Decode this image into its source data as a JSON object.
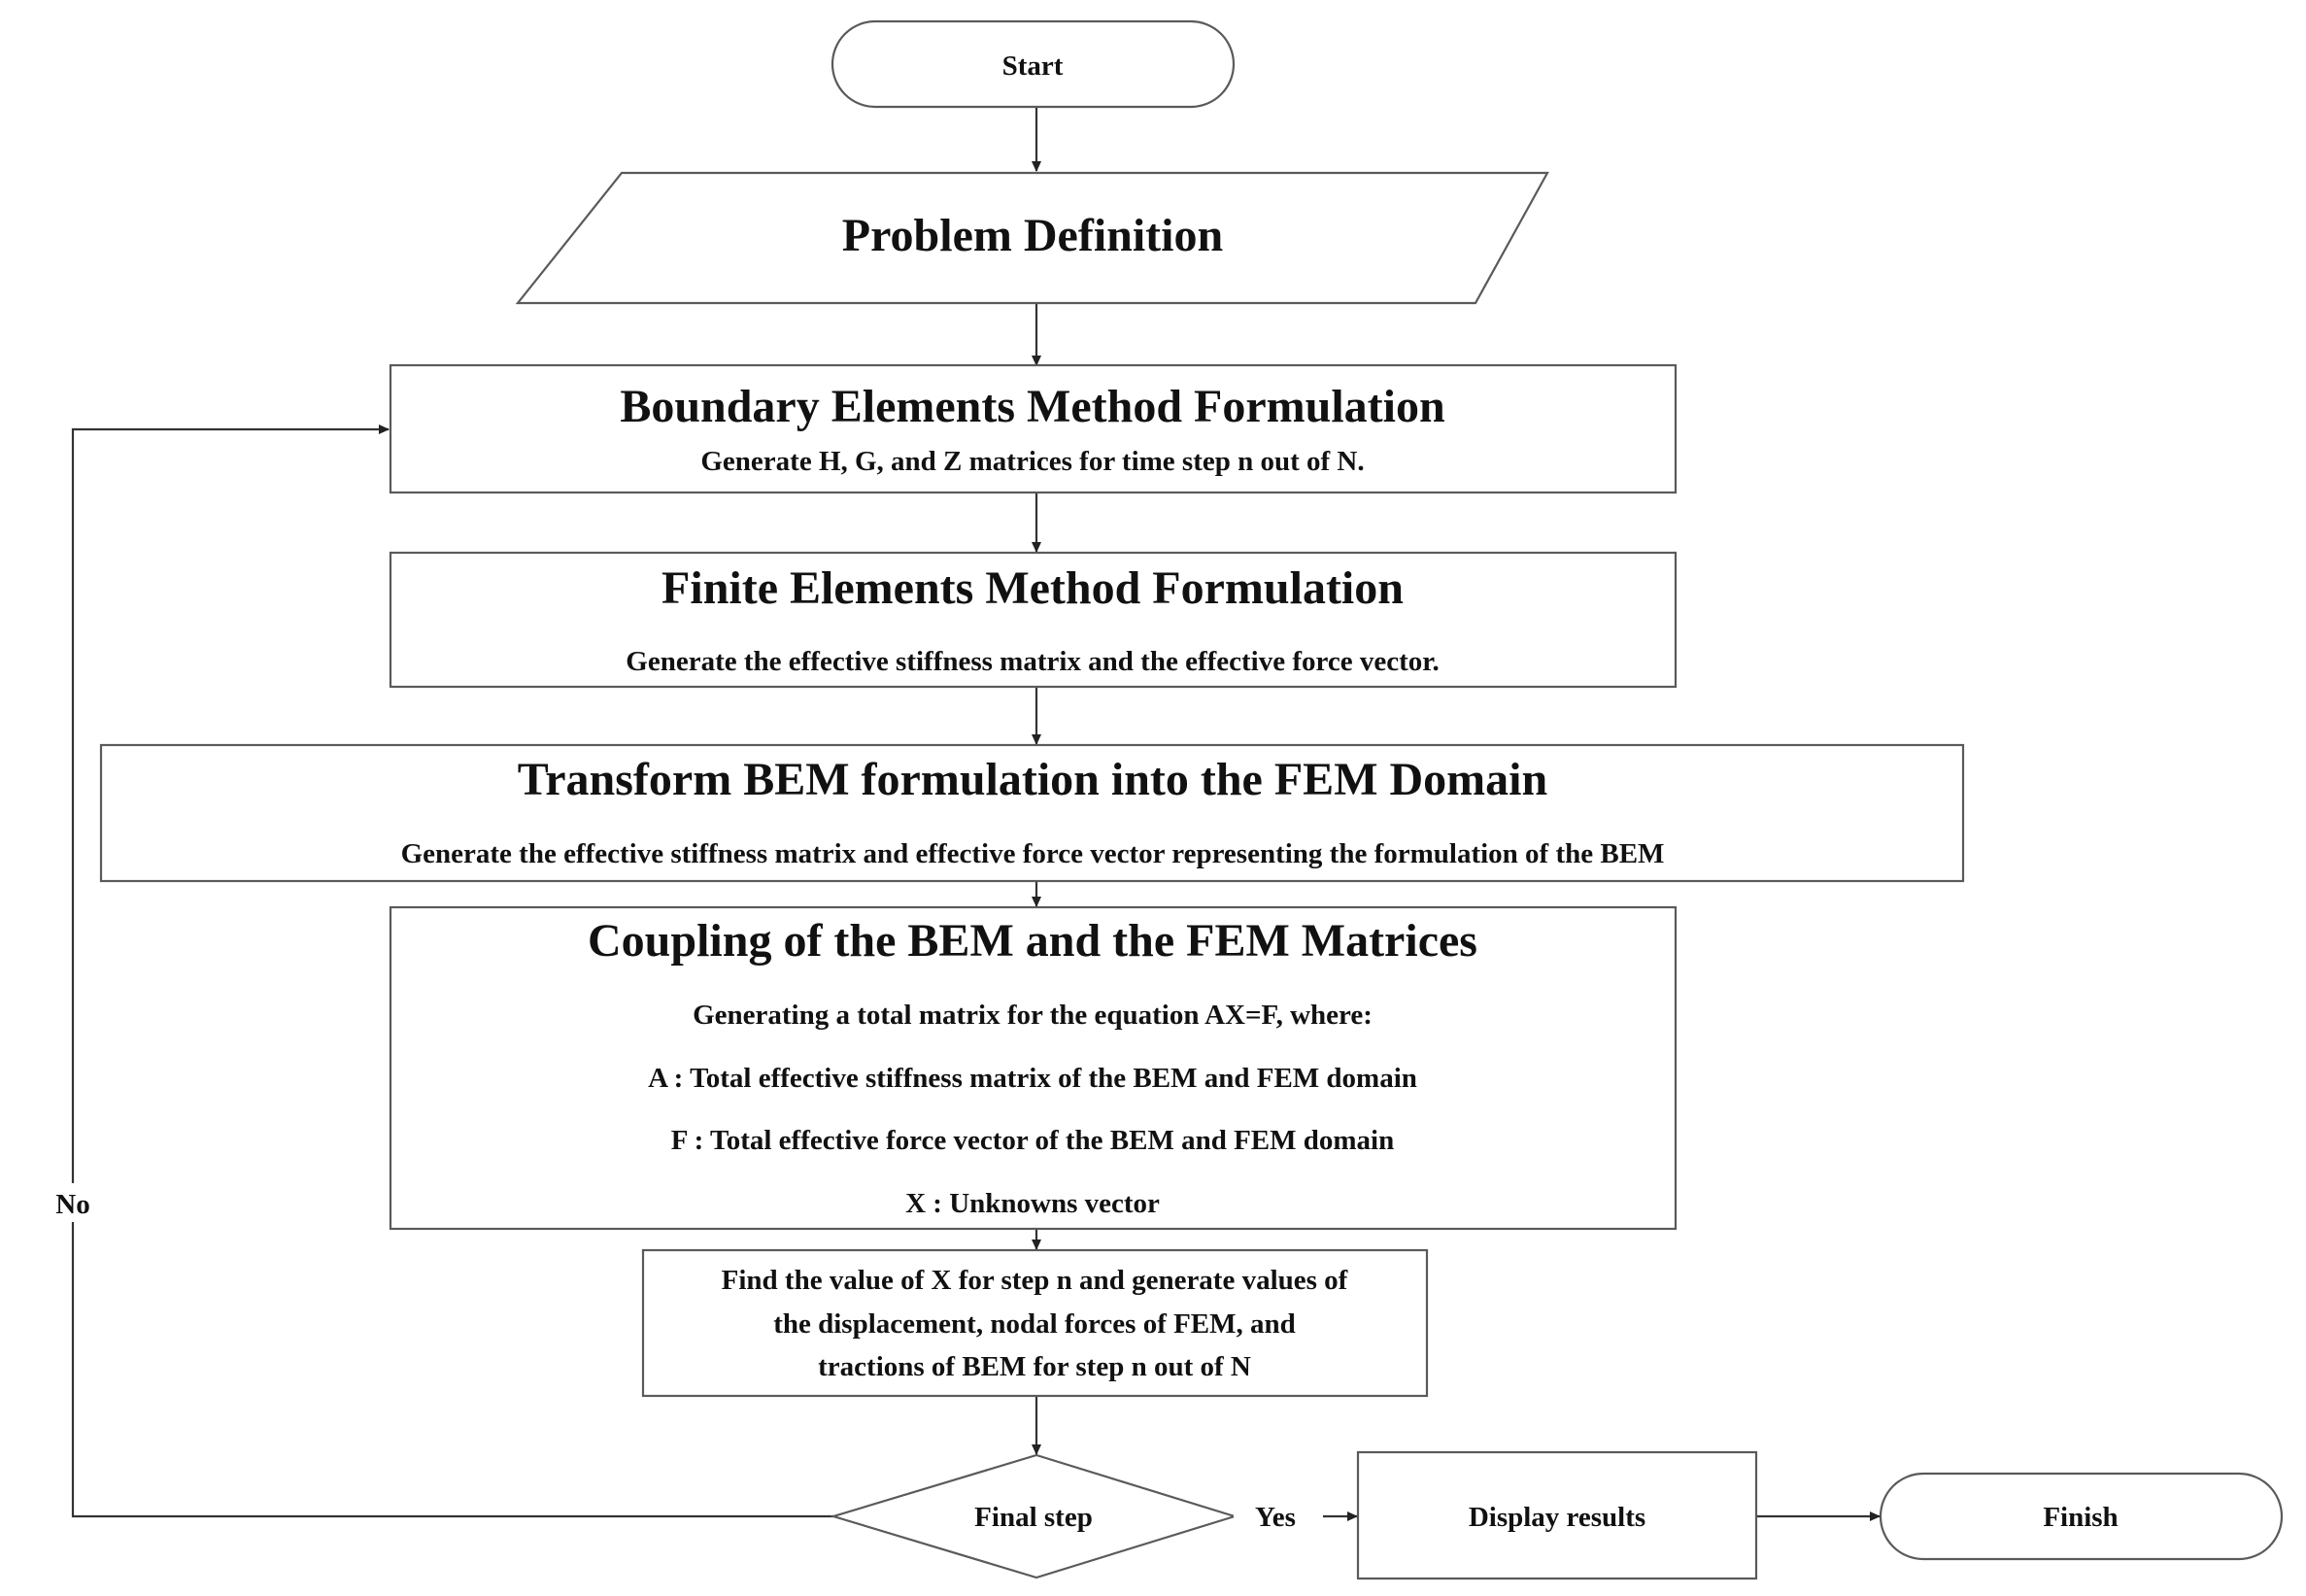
{
  "flowchart": {
    "start": "Start",
    "problem_definition": "Problem Definition",
    "bem": {
      "title": "Boundary Elements Method Formulation",
      "subtitle": "Generate H, G, and Z matrices for time step n out of N."
    },
    "fem": {
      "title": "Finite Elements Method Formulation",
      "subtitle": "Generate the effective stiffness matrix and the effective force vector."
    },
    "transform": {
      "title": "Transform BEM formulation into the FEM Domain",
      "subtitle": "Generate the effective stiffness matrix and effective force vector representing the formulation of the BEM"
    },
    "coupling": {
      "title": "Coupling of the BEM and the FEM Matrices",
      "lines": [
        "Generating a total matrix for the equation AX=F, where:",
        "A : Total effective stiffness matrix of the BEM and FEM domain",
        "F : Total effective force vector of the BEM and FEM domain",
        "X : Unknowns vector"
      ]
    },
    "solve": {
      "lines": [
        "Find the value of X for step n and generate values of",
        "the displacement, nodal forces of FEM, and",
        "tractions of BEM for step n out of N"
      ]
    },
    "decision": "Final step",
    "yes_label": "Yes",
    "no_label": "No",
    "display": "Display results",
    "finish": "Finish"
  }
}
